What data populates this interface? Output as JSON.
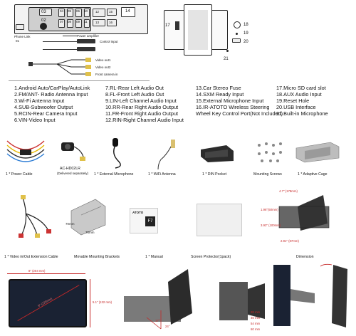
{
  "panel": {
    "port_numbers": [
      "03",
      "02",
      "04",
      "05",
      "06",
      "07",
      "08",
      "09",
      "10",
      "11",
      "12",
      "13",
      "14",
      "15",
      "16",
      "01"
    ],
    "phone_link": "Phone Link",
    "port_labels": {
      "power_amplifier": "Power amplifier",
      "control_input": "Control input"
    },
    "outputs": {
      "video_out1": "Video out1",
      "video_out2": "Video out2",
      "front_camera_in": "Front camera in"
    }
  },
  "side_view": {
    "numbers": [
      "17",
      "18",
      "19",
      "20",
      "21"
    ]
  },
  "legend": {
    "col1": [
      "1.Android Auto/CarPlay/AutoLink",
      "2.FM/ANT- Radio Antenna Input",
      "3.Wi-Fi Antenna Input",
      "4.SUB-Subwoofer Output",
      "5.RCIN-Rear Camera Input",
      "6.VIN-Video Input"
    ],
    "col2": [
      "7.RL-Rear Left Audio Out",
      "8.FL-Front Left Audio Out",
      "9.LIN-Left Channel Audio Input",
      "10.RR-Rear Right Audio Output",
      "11.FR-Front Right Audio Output",
      "12.RIN-Right Channel Audio Input"
    ],
    "col3": [
      "13.Car Stereo Fuse",
      "14.SXM Ready Input",
      "15.External Microphone Input",
      "16.IR-ATOTO Wireless Steering",
      "Wheel Key Control Port(Not Included)"
    ],
    "col4": [
      "17.Micro SD card slot",
      "18.AUX Audio Input",
      "19.Reset Hole",
      "20.USB Interface",
      "21.Built-in Microphone"
    ]
  },
  "accessories": {
    "row1": [
      {
        "caption": "1 * Power Cable"
      },
      {
        "caption": "AC-HD02LR",
        "sub": "(Delivered separately)"
      },
      {
        "caption": "1 * External Microphone"
      },
      {
        "caption": "1 * WiFi Antenna"
      },
      {
        "caption": "1 * DIN Pocket"
      },
      {
        "caption": "Mounting Screws"
      },
      {
        "caption": "1 * Adaptive Cage"
      }
    ],
    "row2": [
      {
        "caption": "1 * Video in/Out Extension Cable"
      },
      {
        "caption": "Movable Mounting Brackets"
      },
      {
        "caption": "1 * Manual"
      },
      {
        "caption": "Screen Protector(1pack)"
      },
      {
        "caption": "Dimension"
      }
    ],
    "bracket_dims": [
      "70mm",
      "75mm"
    ],
    "manual_logo": "ATOTO",
    "manual_badge": "F7"
  },
  "dimensions": {
    "width": "8\" (204 mm)",
    "diag": "9\" (229mm)",
    "height": "5.1\" (132 mm)",
    "depth_a": "4.7\" (178mm)",
    "depth_b": "1.96\"(50mm)",
    "depth_c": "3.93\" (100mm)",
    "depth_d": "2.91\" (87mm)",
    "angles": [
      "17°",
      "24°"
    ],
    "side_mm": [
      "28 mm",
      "46 mm",
      "54 mm",
      "60 mm"
    ]
  },
  "colors": {
    "accent_dim": "#c62828",
    "panel_gray": "#cfcfcf",
    "screen": "#1a2233"
  }
}
